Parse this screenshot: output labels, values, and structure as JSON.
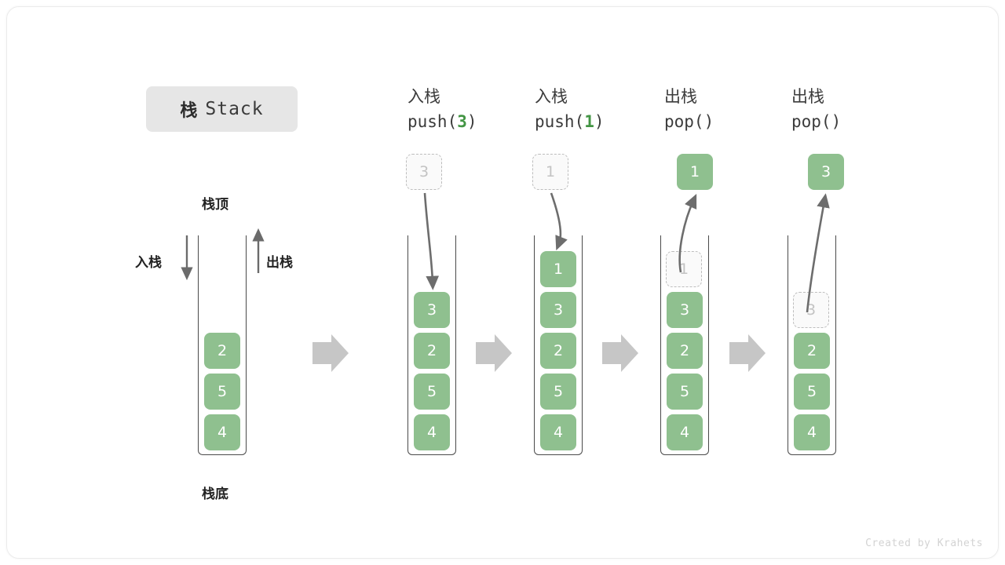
{
  "title": {
    "cn": "栈",
    "en": "Stack"
  },
  "labels": {
    "top": "栈顶",
    "bottom": "栈底",
    "push_side": "入栈",
    "pop_side": "出栈"
  },
  "colors": {
    "cell_fill": "#8fc08f",
    "cell_text": "#ffffff",
    "ghost_border": "#bdbdbd",
    "ghost_text": "#c3c3c3",
    "accent_green": "#439544",
    "arrow_gray": "#c6c6c6",
    "stroke_dark": "#4a4a4a",
    "chip_bg": "#e6e6e6"
  },
  "operations": [
    {
      "cn": "入栈",
      "code_prefix": "push(",
      "code_arg": "3",
      "code_suffix": ")"
    },
    {
      "cn": "入栈",
      "code_prefix": "push(",
      "code_arg": "1",
      "code_suffix": ")"
    },
    {
      "cn": "出栈",
      "code_prefix": "pop(",
      "code_arg": "",
      "code_suffix": ")"
    },
    {
      "cn": "出栈",
      "code_prefix": "pop(",
      "code_arg": "",
      "code_suffix": ")"
    }
  ],
  "panels": [
    {
      "name": "initial-stack",
      "stack_cells": [
        "2",
        "5",
        "4"
      ],
      "ghost_in_stack": null,
      "incoming_ghost": null,
      "ejected_cell": null
    },
    {
      "name": "after-push-3",
      "stack_cells": [
        "3",
        "2",
        "5",
        "4"
      ],
      "ghost_in_stack": null,
      "incoming_ghost": "3",
      "ejected_cell": null
    },
    {
      "name": "after-push-1",
      "stack_cells": [
        "1",
        "3",
        "2",
        "5",
        "4"
      ],
      "ghost_in_stack": null,
      "incoming_ghost": "1",
      "ejected_cell": null
    },
    {
      "name": "after-pop-1",
      "stack_cells": [
        "3",
        "2",
        "5",
        "4"
      ],
      "ghost_in_stack": "1",
      "incoming_ghost": null,
      "ejected_cell": "1"
    },
    {
      "name": "after-pop-3",
      "stack_cells": [
        "2",
        "5",
        "4"
      ],
      "ghost_in_stack": "3",
      "incoming_ghost": null,
      "ejected_cell": "3"
    }
  ],
  "footer": "Created by Krahets"
}
